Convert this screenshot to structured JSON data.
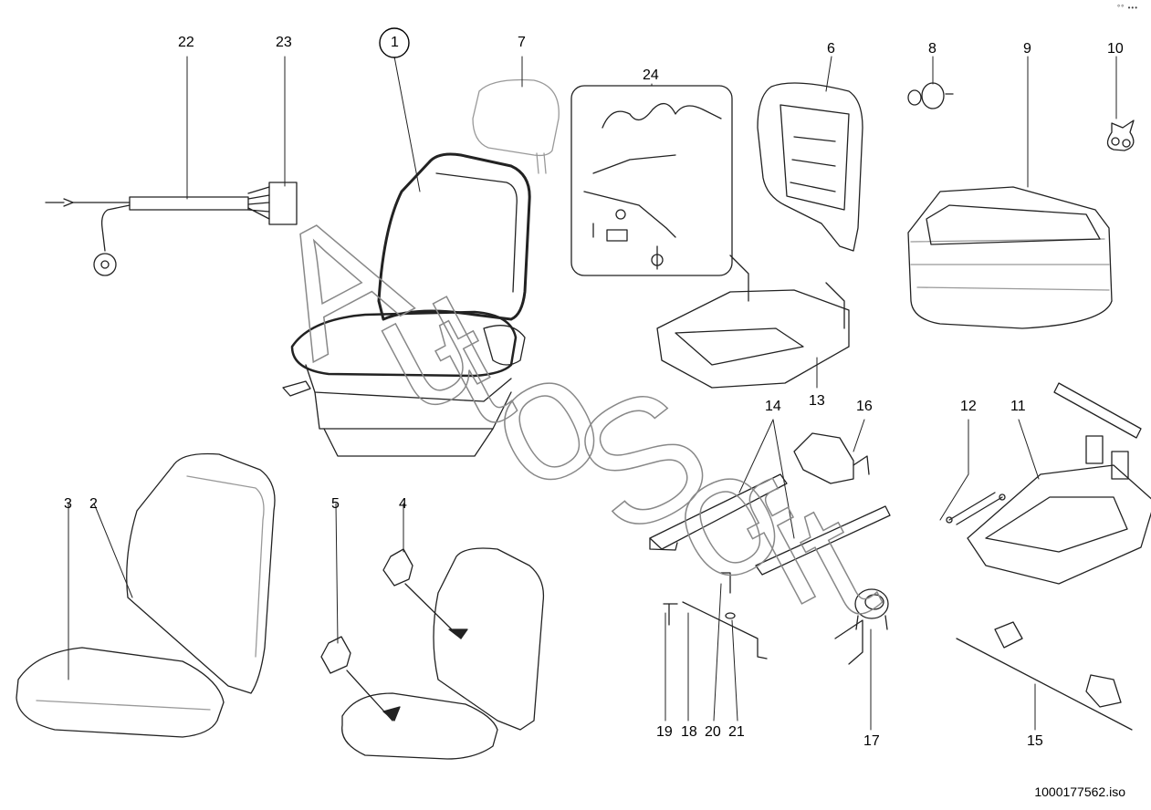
{
  "diagram": {
    "callouts": [
      "1",
      "2",
      "3",
      "4",
      "5",
      "6",
      "7",
      "8",
      "9",
      "10",
      "11",
      "12",
      "13",
      "14",
      "15",
      "16",
      "17",
      "18",
      "19",
      "20",
      "21",
      "22",
      "23",
      "24"
    ],
    "watermark": [
      "A",
      "u",
      "t",
      "o",
      "S",
      "o",
      "f",
      "t"
    ],
    "reference_id": "1000177562.iso",
    "corner_mark": "°° •••"
  }
}
